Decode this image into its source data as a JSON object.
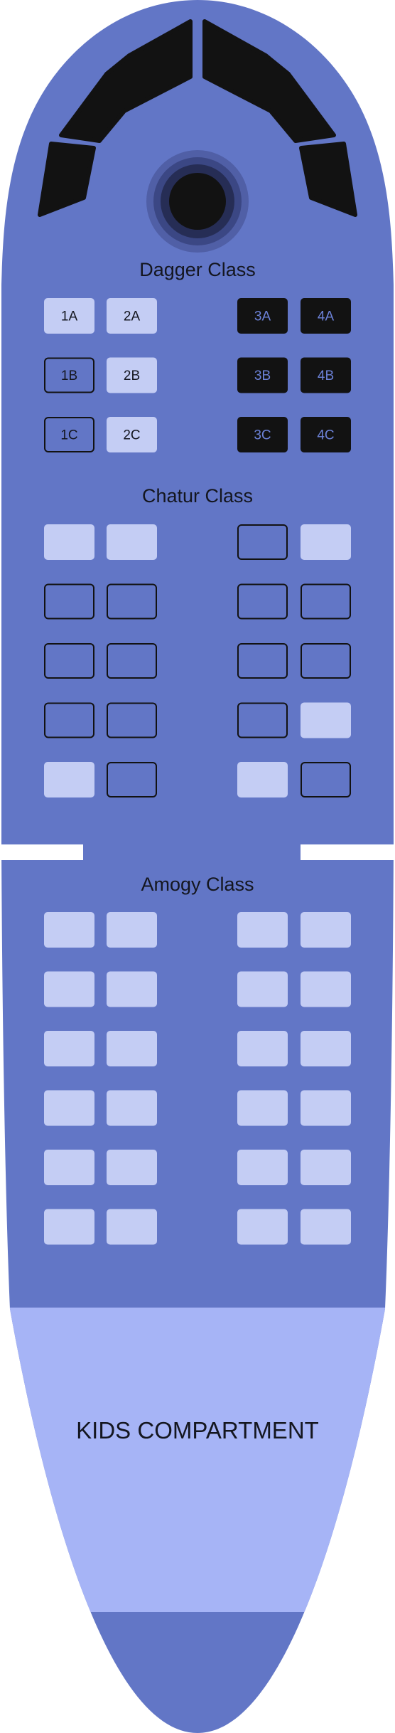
{
  "colors": {
    "body": "#6276c6",
    "kids_area": "#a6b4f6",
    "seat_available": "#c4cdf4",
    "seat_taken": "#121212",
    "seat_outline": "#121212",
    "cockpit": "#121212",
    "window": "#121212",
    "text_dark": "#14161f",
    "label_on_dark": "#6c82d8",
    "gap": "#ffffff"
  },
  "sections": {
    "dagger": {
      "title": "Dagger Class",
      "rows": [
        [
          {
            "label": "1A",
            "status": "available"
          },
          {
            "label": "2A",
            "status": "available"
          },
          null,
          {
            "label": "3A",
            "status": "taken"
          },
          {
            "label": "4A",
            "status": "taken"
          }
        ],
        [
          {
            "label": "1B",
            "status": "outline"
          },
          {
            "label": "2B",
            "status": "available"
          },
          null,
          {
            "label": "3B",
            "status": "taken"
          },
          {
            "label": "4B",
            "status": "taken"
          }
        ],
        [
          {
            "label": "1C",
            "status": "outline"
          },
          {
            "label": "2C",
            "status": "available"
          },
          null,
          {
            "label": "3C",
            "status": "taken"
          },
          {
            "label": "4C",
            "status": "taken"
          }
        ]
      ]
    },
    "chatur": {
      "title": "Chatur Class",
      "rows": [
        [
          {
            "label": "",
            "status": "available"
          },
          {
            "label": "",
            "status": "available"
          },
          null,
          {
            "label": "",
            "status": "outline"
          },
          {
            "label": "",
            "status": "available"
          }
        ],
        [
          {
            "label": "",
            "status": "outline"
          },
          {
            "label": "",
            "status": "outline"
          },
          null,
          {
            "label": "",
            "status": "outline"
          },
          {
            "label": "",
            "status": "outline"
          }
        ],
        [
          {
            "label": "",
            "status": "outline"
          },
          {
            "label": "",
            "status": "outline"
          },
          null,
          {
            "label": "",
            "status": "outline"
          },
          {
            "label": "",
            "status": "outline"
          }
        ],
        [
          {
            "label": "",
            "status": "outline"
          },
          {
            "label": "",
            "status": "outline"
          },
          null,
          {
            "label": "",
            "status": "outline"
          },
          {
            "label": "",
            "status": "available"
          }
        ],
        [
          {
            "label": "",
            "status": "available"
          },
          {
            "label": "",
            "status": "outline"
          },
          null,
          {
            "label": "",
            "status": "available"
          },
          {
            "label": "",
            "status": "outline"
          }
        ]
      ]
    },
    "amogy": {
      "title": "Amogy Class",
      "rows": [
        [
          {
            "label": "",
            "status": "available"
          },
          {
            "label": "",
            "status": "available"
          },
          null,
          {
            "label": "",
            "status": "available"
          },
          {
            "label": "",
            "status": "available"
          }
        ],
        [
          {
            "label": "",
            "status": "available"
          },
          {
            "label": "",
            "status": "available"
          },
          null,
          {
            "label": "",
            "status": "available"
          },
          {
            "label": "",
            "status": "available"
          }
        ],
        [
          {
            "label": "",
            "status": "available"
          },
          {
            "label": "",
            "status": "available"
          },
          null,
          {
            "label": "",
            "status": "available"
          },
          {
            "label": "",
            "status": "available"
          }
        ],
        [
          {
            "label": "",
            "status": "available"
          },
          {
            "label": "",
            "status": "available"
          },
          null,
          {
            "label": "",
            "status": "available"
          },
          {
            "label": "",
            "status": "available"
          }
        ],
        [
          {
            "label": "",
            "status": "available"
          },
          {
            "label": "",
            "status": "available"
          },
          null,
          {
            "label": "",
            "status": "available"
          },
          {
            "label": "",
            "status": "available"
          }
        ],
        [
          {
            "label": "",
            "status": "available"
          },
          {
            "label": "",
            "status": "available"
          },
          null,
          {
            "label": "",
            "status": "available"
          },
          {
            "label": "",
            "status": "available"
          }
        ]
      ]
    }
  },
  "kids": {
    "title": "KIDS COMPARTMENT"
  }
}
